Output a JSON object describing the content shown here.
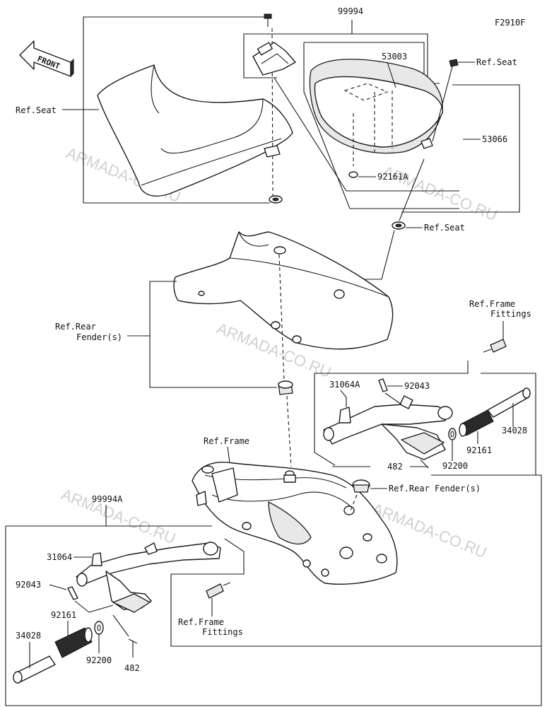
{
  "diagram_code": "F2910F",
  "front_label": "FRONT",
  "watermark": "ARMADA-CO.RU",
  "labels": {
    "p99994": "99994",
    "p53003": "53003",
    "ref_seat_top": "Ref.Seat",
    "ref_seat_left": "Ref.Seat",
    "p53066": "53066",
    "p92161a": "92161A",
    "ref_seat_mid": "Ref.Seat",
    "ref_rear_fender_1": "Ref.Rear",
    "ref_rear_fender_2": "Fender(s)",
    "ref_frame_fittings_r1": "Ref.Frame",
    "ref_frame_fittings_r2": "Fittings",
    "p31064a": "31064A",
    "p92043_r": "92043",
    "p34028_r": "34028",
    "p92161_r": "92161",
    "p92200_r": "92200",
    "p482_r": "482",
    "ref_frame": "Ref.Frame",
    "ref_rear_fender_s": "Ref.Rear Fender(s)",
    "p99994a": "99994A",
    "p31064": "31064",
    "p92043_l": "92043",
    "p92161_l": "92161",
    "p34028_l": "34028",
    "p92200_l": "92200",
    "p482_l": "482",
    "ref_frame_fittings_l1": "Ref.Frame",
    "ref_frame_fittings_l2": "Fittings"
  }
}
